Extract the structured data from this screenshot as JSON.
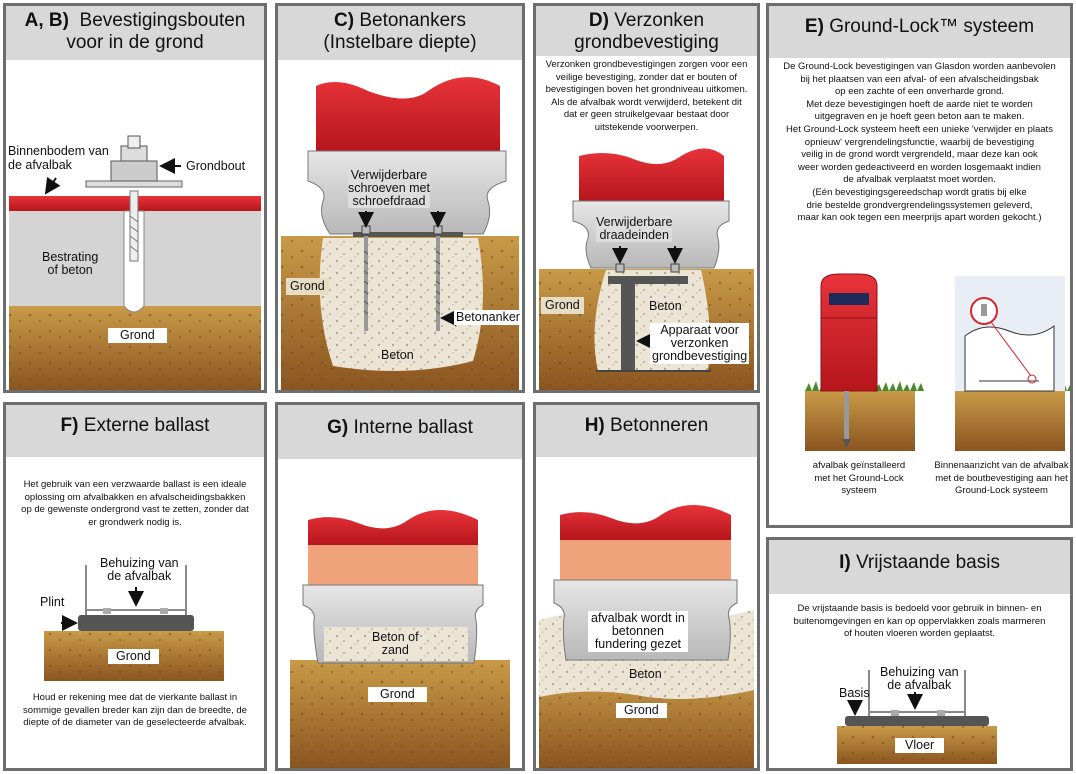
{
  "panels": {
    "ab": {
      "prefix": "A, B)",
      "title1": "Bevestigingsbouten",
      "title2": "voor in de grond",
      "label_floor": "Binnenbodem van",
      "label_floor2": "de afvalbak",
      "label_bolt": "Grondbout",
      "label_concrete": "Bestrating",
      "label_concrete2": "of beton",
      "label_ground": "Grond"
    },
    "c": {
      "prefix": "C)",
      "title1": "Betonankers",
      "title2": "(Instelbare diepte)",
      "label_screws1": "Verwijderbare",
      "label_screws2": "schroeven met",
      "label_screws3": "schroefdraad",
      "label_ground": "Grond",
      "label_anchor": "Betonanker",
      "label_concrete": "Beton"
    },
    "d": {
      "prefix": "D)",
      "title1": "Verzonken",
      "title2": "grondbevestiging",
      "text": [
        "Verzonken grondbevestigingen zorgen voor een",
        "veilige bevestiging, zonder dat er bouten of",
        "bevestigingen boven het grondniveau uitkomen.",
        "Als de afvalbak wordt verwijderd, betekent dit",
        "dat er geen struikelgevaar bestaat door",
        "uitstekende voorwerpen."
      ],
      "label_ends1": "Verwijderbare",
      "label_ends2": "draadeinden",
      "label_ground": "Grond",
      "label_concrete": "Beton",
      "label_device1": "Apparaat voor",
      "label_device2": "verzonken",
      "label_device3": "grondbevestiging"
    },
    "e": {
      "prefix": "E)",
      "title": "Ground-Lock™ systeem",
      "text": [
        "De Ground-Lock bevestigingen van Glasdon worden aanbevolen",
        "bij het plaatsen van een afval- of een afvalscheidingsbak",
        "op een zachte of een onverharde grond.",
        "Met deze bevestigingen hoeft de aarde niet te worden",
        "uitgegraven en je hoeft geen beton aan te maken.",
        "Het Ground-Lock systeem heeft een unieke 'verwijder en plaats",
        "opnieuw' vergrendelingsfunctie, waarbij de bevestiging",
        "veilig in de grond wordt vergrendeld, maar deze kan ook",
        "weer worden gedeactiveerd en worden losgemaakt indien",
        "de afvalbak verplaatst moet worden.",
        "(Eén bevestigingsgereedschap wordt gratis bij elke",
        "drie bestelde grondvergrendelingssystemen geleverd,",
        "maar kan ook tegen een meerprijs apart worden gekocht.)"
      ],
      "cap_left": [
        "afvalbak geïnstalleerd",
        "met het Ground-Lock",
        "systeem"
      ],
      "cap_right": [
        "Binnenaanzicht van de afvalbak",
        "met de boutbevestiging aan het",
        "Ground-Lock systeem"
      ]
    },
    "f": {
      "prefix": "F)",
      "title": "Externe ballast",
      "text": [
        "Het gebruik van een verzwaarde ballast is een ideale",
        "oplossing om afvalbakken en afvalscheidingsbakken",
        "op de gewenste ondergrond vast te zetten, zonder dat",
        "er grondwerk nodig is."
      ],
      "label_housing1": "Behuizing van",
      "label_housing2": "de afvalbak",
      "label_plinth": "Plint",
      "label_ground": "Grond",
      "note": [
        "Houd er rekening mee dat de vierkante ballast in",
        "sommige gevallen breder kan zijn dan de breedte, de",
        "diepte of de diameter van de geselecteerde afvalbak."
      ]
    },
    "g": {
      "prefix": "G)",
      "title": "Interne ballast",
      "label_fill1": "Beton of",
      "label_fill2": "zand",
      "label_ground": "Grond"
    },
    "h": {
      "prefix": "H)",
      "title": "Betonneren",
      "label_set1": "afvalbak wordt in",
      "label_set2": "betonnen",
      "label_set3": "fundering gezet",
      "label_concrete": "Beton",
      "label_ground": "Grond"
    },
    "i": {
      "prefix": "I)",
      "title": "Vrijstaande basis",
      "text": [
        "De vrijstaande basis is bedoeld voor gebruik in binnen- en",
        "buitenomgevingen en kan op oppervlakken zoals marmeren",
        "of houten vloeren worden geplaatst."
      ],
      "label_housing1": "Behuizing van",
      "label_housing2": "de afvalbak",
      "label_base": "Basis",
      "label_floor": "Vloer"
    }
  },
  "colors": {
    "red": "#d8232a",
    "grey_bin": "#cfcfcf",
    "ground": "#a8722c",
    "concrete": "#e9e0cf",
    "title_bg": "#d8d8d8",
    "border": "#6d6d6d"
  }
}
